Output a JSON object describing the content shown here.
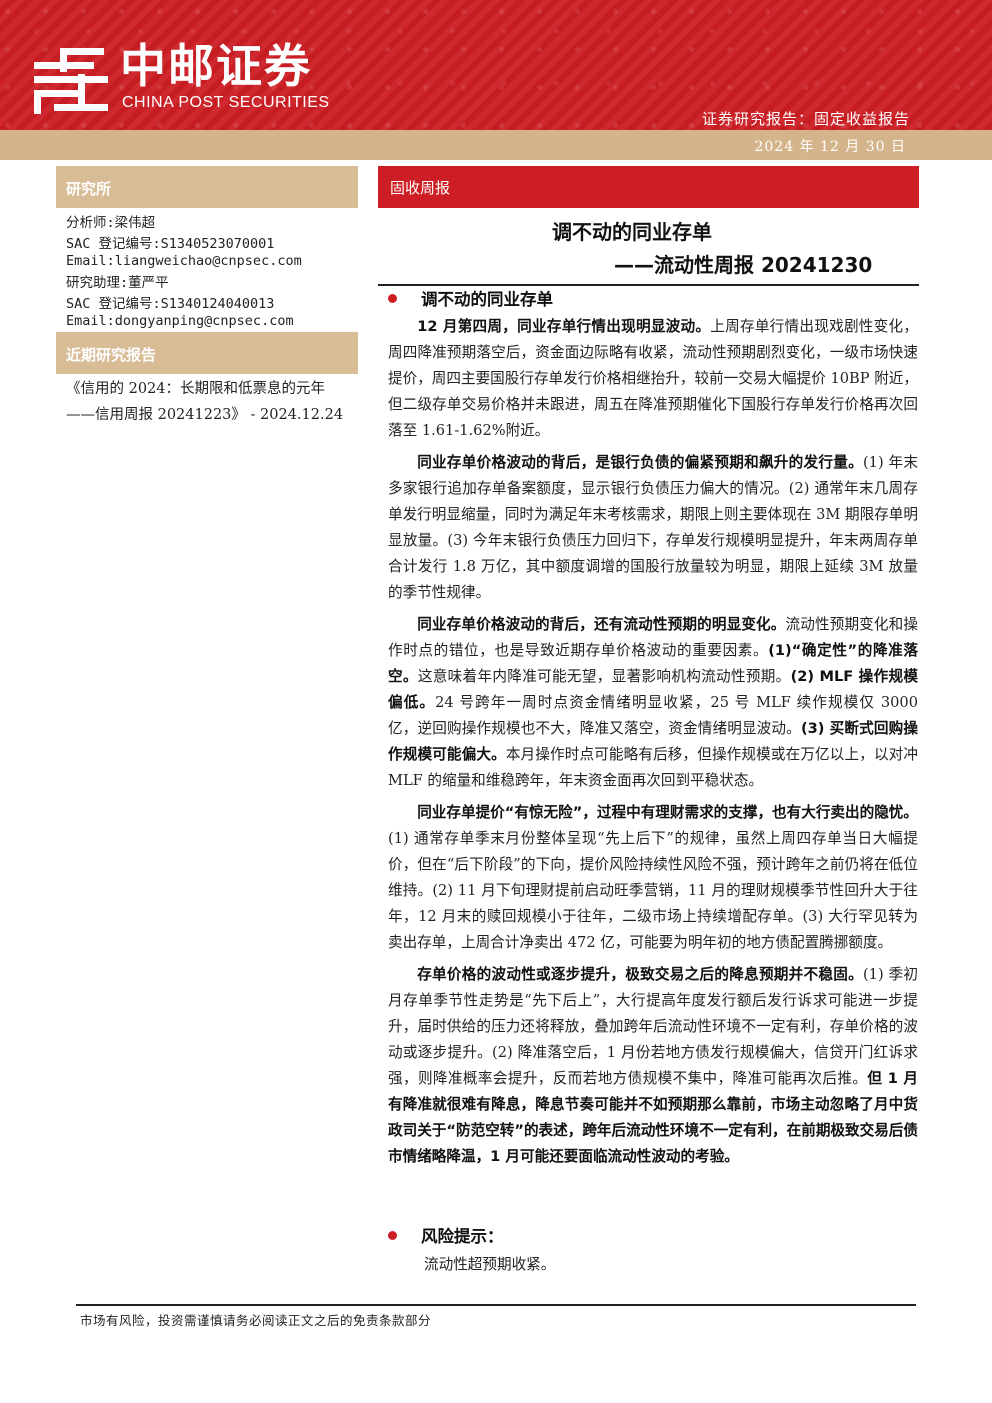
{
  "header": {
    "logo_cn": "中邮证券",
    "logo_en": "CHINA POST SECURITIES",
    "report_type": "证券研究报告：固定收益报告",
    "date": "2024 年 12 月 30 日",
    "logo_icon": "china-post-logo-icon",
    "brand_color": "#cc1e24",
    "accent_color": "#d4b48a"
  },
  "sidebar": {
    "institute_heading": "研究所",
    "analyst": "分析师:梁伟超",
    "analyst_sac": "SAC 登记编号:S1340523070001",
    "analyst_email": "Email:liangweichao@cnpsec.com",
    "assistant": "研究助理:董严平",
    "assistant_sac": "SAC 登记编号:S1340124040013",
    "assistant_email": "Email:dongyanping@cnpsec.com",
    "recent_heading": "近期研究报告",
    "recent_report": "《信用的 2024：长期限和低票息的元年 ——信用周报 20241223》 - 2024.12.24"
  },
  "main": {
    "section_label": "固收周报",
    "title": "调不动的同业存单",
    "subtitle": "——流动性周报 20241230",
    "bullet1": "调不动的同业存单",
    "p1_bold": "12 月第四周，同业存单行情出现明显波动。",
    "p1_text": "上周存单行情出现戏剧性变化，周四降准预期落空后，资金面边际略有收紧，流动性预期剧烈变化，一级市场快速提价，周四主要国股行存单发行价格相继抬升，较前一交易大幅提价 10BP 附近，但二级存单交易价格并未跟进，周五在降准预期催化下国股行存单发行价格再次回落至 1.61-1.62%附近。",
    "p2_bold": "同业存单价格波动的背后，是银行负债的偏紧预期和飙升的发行量。",
    "p2_text": "(1) 年末多家银行追加存单备案额度，显示银行负债压力偏大的情况。(2) 通常年末几周存单发行明显缩量，同时为满足年末考核需求，期限上则主要体现在 3M 期限存单明显放量。(3) 今年末银行负债压力回归下，存单发行规模明显提升，年末两周存单合计发行 1.8 万亿，其中额度调增的国股行放量较为明显，期限上延续 3M 放量的季节性规律。",
    "p3_bold": "同业存单价格波动的背后，还有流动性预期的明显变化。",
    "p3_text_a": "流动性预期变化和操作时点的错位，也是导致近期存单价格波动的重要因素。",
    "p3_bold_b": "(1)“确定性”的降准落空。",
    "p3_text_b": "这意味着年内降准可能无望，显著影响机构流动性预期。",
    "p3_bold_c": "(2) MLF 操作规模偏低。",
    "p3_text_c": "24 号跨年一周时点资金情绪明显收紧，25 号 MLF 续作规模仅 3000 亿，逆回购操作规模也不大，降准又落空，资金情绪明显波动。",
    "p3_bold_d": "(3) 买断式回购操作规模可能偏大。",
    "p3_text_d": "本月操作时点可能略有后移，但操作规模或在万亿以上，以对冲 MLF 的缩量和维稳跨年，年末资金面再次回到平稳状态。",
    "p4_bold": "同业存单提价“有惊无险”，过程中有理财需求的支撑，也有大行卖出的隐忧。",
    "p4_text": "(1) 通常存单季末月份整体呈现“先上后下”的规律，虽然上周四存单当日大幅提价，但在“后下阶段”的下向，提价风险持续性风险不强，预计跨年之前仍将在低位维持。(2) 11 月下旬理财提前启动旺季营销，11 月的理财规模季节性回升大于往年，12 月末的赎回规模小于往年，二级市场上持续增配存单。(3) 大行罕见转为卖出存单，上周合计净卖出 472 亿，可能要为明年初的地方债配置腾挪额度。",
    "p5_bold": "存单价格的波动性或逐步提升，极致交易之后的降息预期并不稳固。",
    "p5_text": "(1) 季初月存单季节性走势是“先下后上”，大行提高年度发行额后发行诉求可能进一步提升，届时供给的压力还将释放，叠加跨年后流动性环境不一定有利，存单价格的波动或逐步提升。(2) 降准落空后，1 月份若地方债发行规模偏大，信贷开门红诉求强，则降准概率会提升，反而若地方债规模不集中，降准可能再次后推。",
    "p5_bold_b": "但 1 月有降准就很难有降息，降息节奏可能并不如预期那么靠前，市场主动忽略了月中货政司关于“防范空转”的表述，跨年后流动性环境不一定有利，在前期极致交易后债市情绪略降温，1 月可能还要面临流动性波动的考验。",
    "bullet2": "风险提示：",
    "risk_text": "流动性超预期收紧。"
  },
  "footer": {
    "disclaimer": "市场有风险，投资需谨慎请务必阅读正文之后的免责条款部分"
  }
}
